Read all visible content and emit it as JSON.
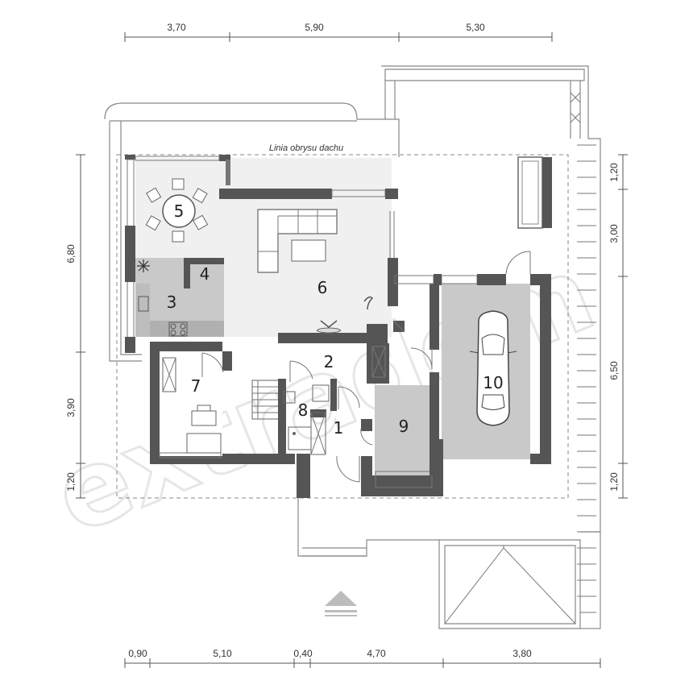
{
  "dimensions": {
    "top": [
      "3,70",
      "5,90",
      "5,30"
    ],
    "bottom": [
      "0,90",
      "5,10",
      "0,40",
      "4,70",
      "3,80"
    ],
    "left": [
      "6,80",
      "3,90",
      "1,20"
    ],
    "right": [
      "1,20",
      "3,00",
      "6,50",
      "1,20"
    ]
  },
  "roof_outline_label": "Linia obrysu dachu",
  "rooms": [
    "1",
    "2",
    "3",
    "4",
    "5",
    "6",
    "7",
    "8",
    "9",
    "10"
  ],
  "watermark": "extradom",
  "icons": {
    "entrance_arrow": "triangle-up-icon",
    "hob": "snowflake-icon",
    "car": "car-icon"
  }
}
